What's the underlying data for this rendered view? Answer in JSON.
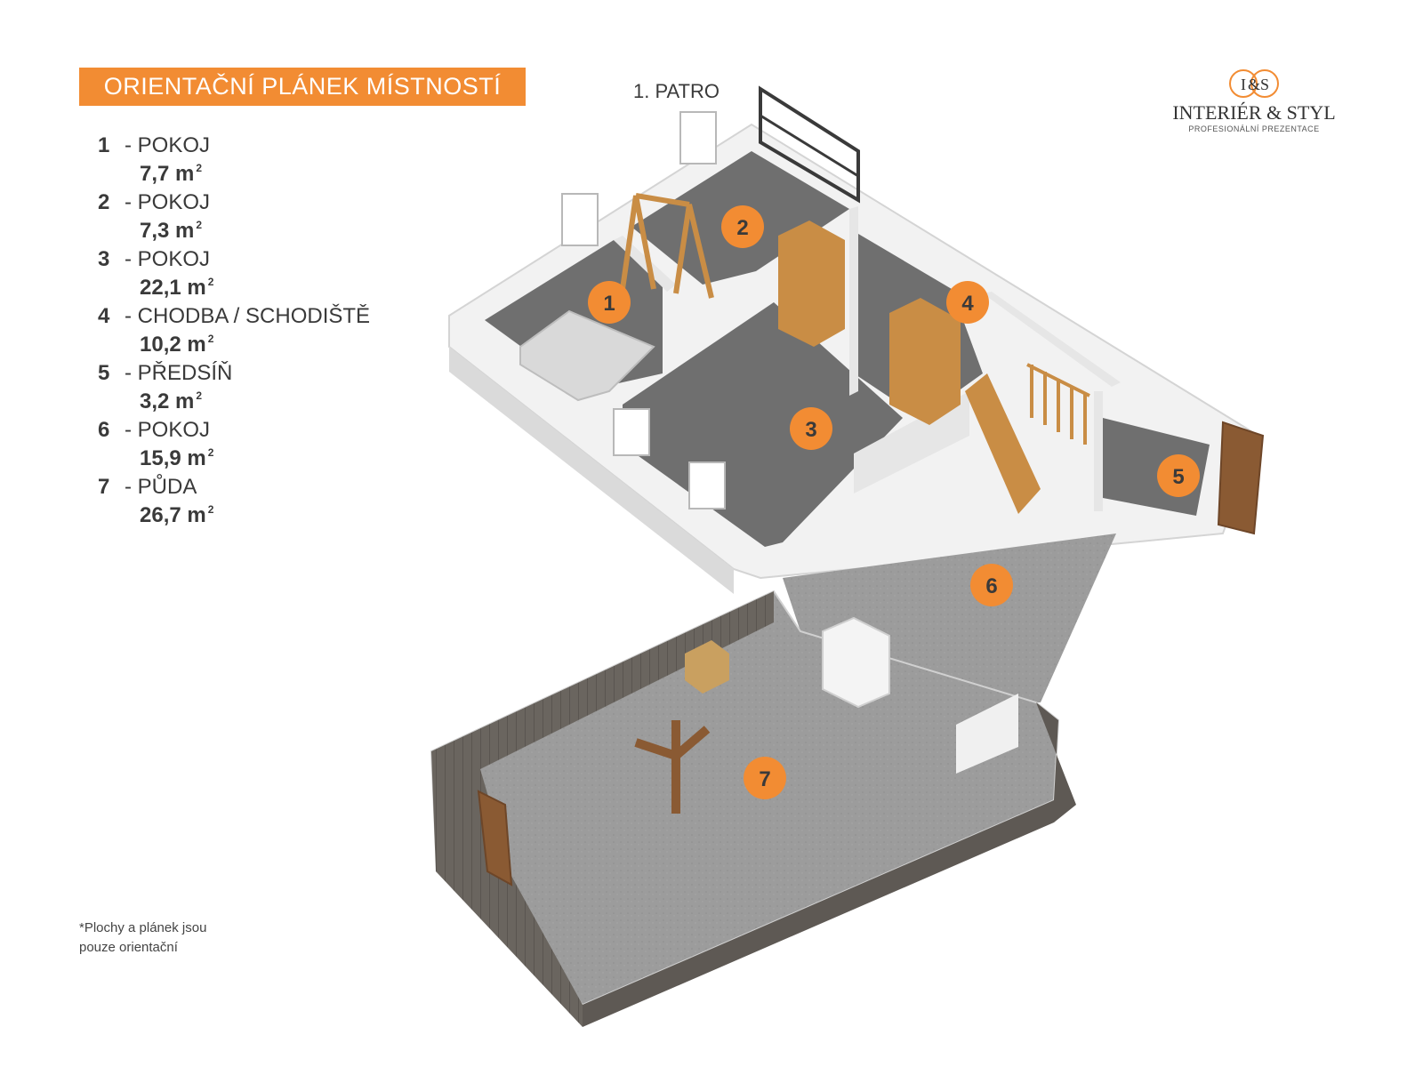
{
  "header": {
    "title": "ORIENTAČNÍ PLÁNEK MÍSTNOSTÍ",
    "floor": "1. PATRO"
  },
  "logo": {
    "initial_left": "I",
    "initial_amp": "&",
    "initial_right": "S",
    "name": "INTERIÉR & STYL",
    "subtitle": "PROFESIONÁLNÍ PREZENTACE"
  },
  "rooms": [
    {
      "num": "1",
      "name": "- POKOJ",
      "area": "7,7 m",
      "unit_sup": "2"
    },
    {
      "num": "2",
      "name": "- POKOJ",
      "area": "7,3 m",
      "unit_sup": "2"
    },
    {
      "num": "3",
      "name": "- POKOJ",
      "area": "22,1 m",
      "unit_sup": "2"
    },
    {
      "num": "4",
      "name": "- CHODBA / SCHODIŠTĚ",
      "area": "10,2 m",
      "unit_sup": "2"
    },
    {
      "num": "5",
      "name": "- PŘEDSÍŇ",
      "area": "3,2 m",
      "unit_sup": "2"
    },
    {
      "num": "6",
      "name": "- POKOJ",
      "area": "15,9 m",
      "unit_sup": "2"
    },
    {
      "num": "7",
      "name": "- PŮDA",
      "area": "26,7 m",
      "unit_sup": "2"
    }
  ],
  "badges": [
    "1",
    "2",
    "3",
    "4",
    "5",
    "6",
    "7"
  ],
  "note": {
    "line1": "*Plochy  a plánek jsou",
    "line2": "pouze orientační"
  },
  "colors": {
    "accent": "#f28c33",
    "floor_dark": "#6f6f6f",
    "floor_concrete": "#9a9a9a",
    "wall": "#e6e6e6",
    "wood": "#c98d45"
  }
}
